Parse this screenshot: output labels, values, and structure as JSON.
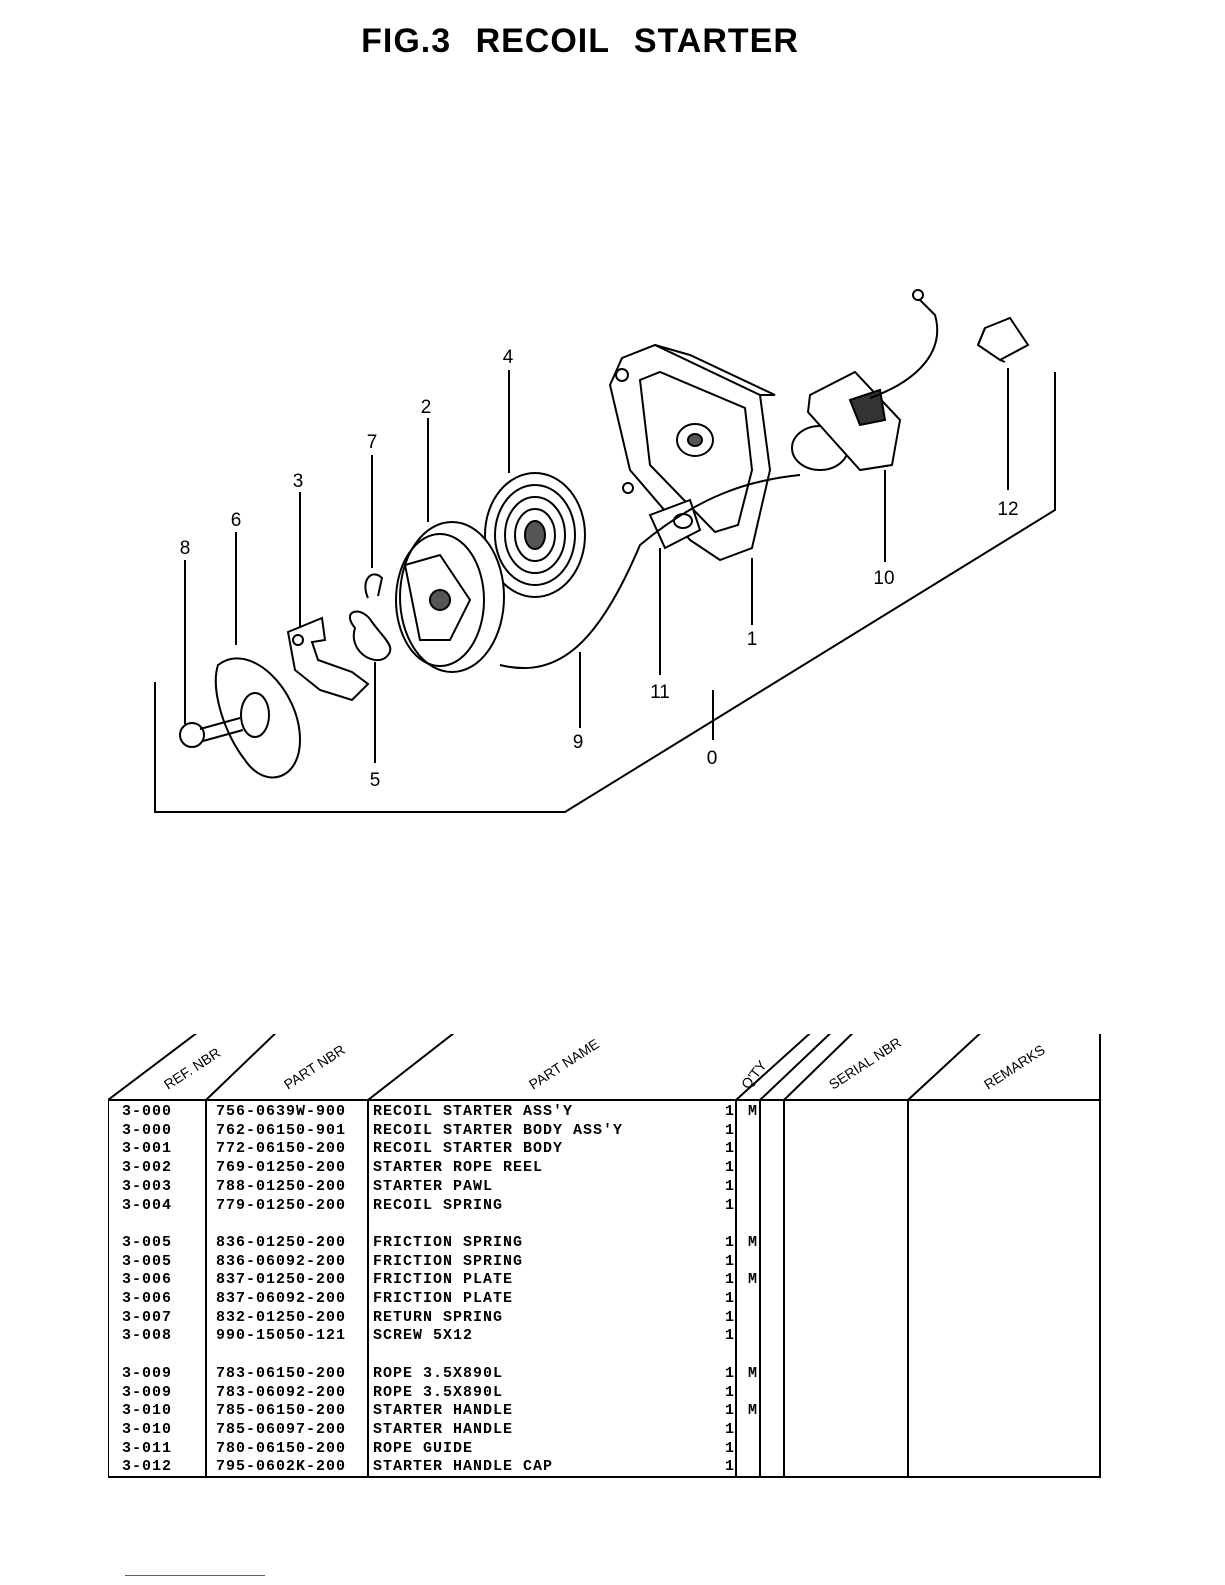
{
  "title": "FIG.3   RECOIL STARTER",
  "callouts": [
    "0",
    "1",
    "2",
    "3",
    "4",
    "5",
    "6",
    "7",
    "8",
    "9",
    "10",
    "11",
    "12"
  ],
  "table": {
    "headers": {
      "ref": "REF. NBR",
      "part_nbr": "PART NBR",
      "part_name": "PART NAME",
      "qty": "Q'TY",
      "serial": "SERIAL NBR",
      "remarks": "REMARKS"
    },
    "rows": [
      {
        "ref": "3-000",
        "part": "756-0639W-900",
        "name": "RECOIL STARTER ASS'Y",
        "qty": "1",
        "note": "M"
      },
      {
        "ref": "3-000",
        "part": "762-06150-901",
        "name": "RECOIL STARTER BODY ASS'Y",
        "qty": "1",
        "note": ""
      },
      {
        "ref": "3-001",
        "part": "772-06150-200",
        "name": "RECOIL STARTER BODY",
        "qty": "1",
        "note": ""
      },
      {
        "ref": "3-002",
        "part": "769-01250-200",
        "name": "STARTER ROPE REEL",
        "qty": "1",
        "note": ""
      },
      {
        "ref": "3-003",
        "part": "788-01250-200",
        "name": "STARTER PAWL",
        "qty": "1",
        "note": ""
      },
      {
        "ref": "3-004",
        "part": "779-01250-200",
        "name": "RECOIL SPRING",
        "qty": "1",
        "note": ""
      },
      {
        "ref": "3-005",
        "part": "836-01250-200",
        "name": "FRICTION SPRING",
        "qty": "1",
        "note": "M"
      },
      {
        "ref": "3-005",
        "part": "836-06092-200",
        "name": "FRICTION SPRING",
        "qty": "1",
        "note": ""
      },
      {
        "ref": "3-006",
        "part": "837-01250-200",
        "name": "FRICTION PLATE",
        "qty": "1",
        "note": "M"
      },
      {
        "ref": "3-006",
        "part": "837-06092-200",
        "name": "FRICTION PLATE",
        "qty": "1",
        "note": ""
      },
      {
        "ref": "3-007",
        "part": "832-01250-200",
        "name": "RETURN SPRING",
        "qty": "1",
        "note": ""
      },
      {
        "ref": "3-008",
        "part": "990-15050-121",
        "name": "SCREW 5X12",
        "qty": "1",
        "note": ""
      },
      {
        "ref": "3-009",
        "part": "783-06150-200",
        "name": "ROPE 3.5X890L",
        "qty": "1",
        "note": "M"
      },
      {
        "ref": "3-009",
        "part": "783-06092-200",
        "name": "ROPE 3.5X890L",
        "qty": "1",
        "note": ""
      },
      {
        "ref": "3-010",
        "part": "785-06150-200",
        "name": "STARTER HANDLE",
        "qty": "1",
        "note": "M"
      },
      {
        "ref": "3-010",
        "part": "785-06097-200",
        "name": "STARTER HANDLE",
        "qty": "1",
        "note": ""
      },
      {
        "ref": "3-011",
        "part": "780-06150-200",
        "name": "ROPE GUIDE",
        "qty": "1",
        "note": ""
      },
      {
        "ref": "3-012",
        "part": "795-0602K-200",
        "name": "STARTER HANDLE CAP",
        "qty": "1",
        "note": ""
      }
    ]
  }
}
